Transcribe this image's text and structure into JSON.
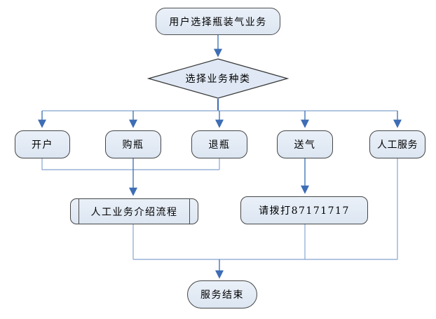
{
  "diagram": {
    "kind": "flowchart",
    "nodes": {
      "start": {
        "label": "用户选择瓶装气业务",
        "shape": "rounded-rectangle"
      },
      "decision": {
        "label": "选择业务种类",
        "shape": "diamond"
      },
      "open_account": {
        "label": "开户",
        "shape": "rounded-rectangle"
      },
      "buy_bottle": {
        "label": "购瓶",
        "shape": "rounded-rectangle"
      },
      "return_bottle": {
        "label": "退瓶",
        "shape": "rounded-rectangle"
      },
      "deliver_gas": {
        "label": "送气",
        "shape": "rounded-rectangle"
      },
      "manual_service": {
        "label": "人工服务",
        "shape": "rounded-rectangle"
      },
      "manual_intro": {
        "label": "人工业务介绍流程",
        "shape": "predefined-process"
      },
      "call_number": {
        "label": "请拨打87171717",
        "shape": "rounded-rectangle"
      },
      "end": {
        "label": "服务结束",
        "shape": "terminator"
      }
    },
    "edges": [
      {
        "from": "start",
        "to": "decision",
        "arrow": true
      },
      {
        "from": "decision",
        "to": "open_account",
        "arrow": true
      },
      {
        "from": "decision",
        "to": "buy_bottle",
        "arrow": true
      },
      {
        "from": "decision",
        "to": "return_bottle",
        "arrow": true
      },
      {
        "from": "decision",
        "to": "deliver_gas",
        "arrow": true
      },
      {
        "from": "decision",
        "to": "manual_service",
        "arrow": true
      },
      {
        "from": "open_account",
        "to": "manual_intro",
        "arrow": true
      },
      {
        "from": "buy_bottle",
        "to": "manual_intro",
        "arrow": true
      },
      {
        "from": "return_bottle",
        "to": "manual_intro",
        "arrow": true
      },
      {
        "from": "deliver_gas",
        "to": "call_number",
        "arrow": true
      },
      {
        "from": "manual_service",
        "to": "end",
        "arrow": true
      },
      {
        "from": "manual_intro",
        "to": "end",
        "arrow": true
      },
      {
        "from": "call_number",
        "to": "end",
        "arrow": true
      }
    ],
    "colors": {
      "node_fill_top": "#eaf0f8",
      "node_fill_bottom": "#dce6f2",
      "node_border": "#454545",
      "connector": "#85a5cf",
      "connector_strong": "#4f81bd",
      "arrowhead": "#3e6db5",
      "text": "#000000",
      "background": "#ffffff"
    }
  }
}
